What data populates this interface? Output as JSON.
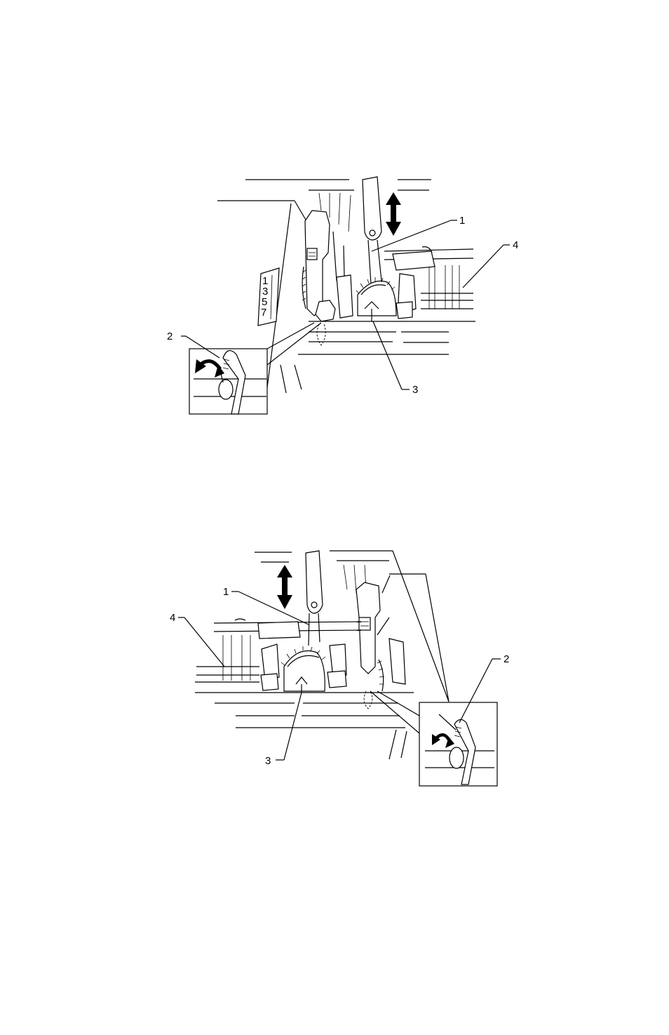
{
  "figures": [
    {
      "id": "figure-top",
      "callouts": {
        "c1": "1",
        "c2": "2",
        "c3": "3",
        "c4": "4"
      },
      "scale_numbers": [
        "1",
        "3",
        "5",
        "7"
      ]
    },
    {
      "id": "figure-bottom",
      "callouts": {
        "c1": "1",
        "c2": "2",
        "c3": "3",
        "c4": "4"
      }
    }
  ],
  "colors": {
    "line": "#000000",
    "background": "#ffffff"
  },
  "icons": [
    "double-headed-arrow-icon",
    "curved-arrow-icon"
  ]
}
